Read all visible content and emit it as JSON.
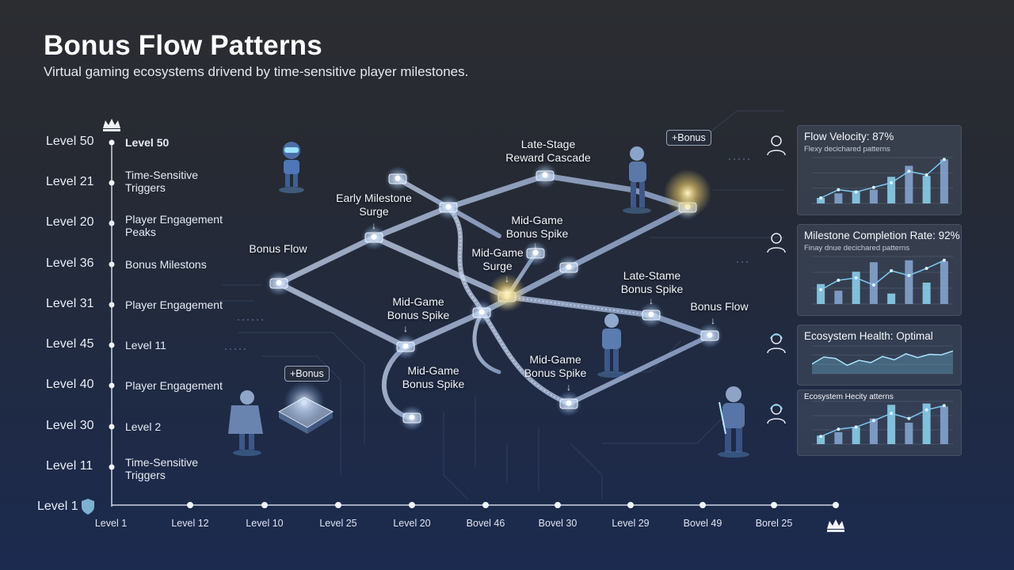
{
  "header": {
    "title": "Bonus Flow Patterns",
    "subtitle": "Virtual gaming ecosystems drivend by time-sensitive player milestones."
  },
  "y_axis": {
    "labels": [
      "Level 50",
      "Level 21",
      "Level 20",
      "Level 36",
      "Level 31",
      "Level 45",
      "Level 40",
      "Level 30",
      "Level 11",
      "Level 1"
    ],
    "right_labels": [
      "Level 50",
      "Time-Sensitive\nTriggers",
      "Player Engagement\nPeaks",
      "Bonus Milestons",
      "Player Engagement",
      "Level 11",
      "Player Engagement",
      "Level 2",
      "Time-Sensitive\nTriggers"
    ]
  },
  "x_axis": {
    "labels": [
      "Level 1",
      "Level 12",
      "Level 10",
      "Level 25",
      "Level 20",
      "Bovel 46",
      "Bovel 30",
      "Level 29",
      "Bovel 49",
      "Borel 25"
    ]
  },
  "nodes": {
    "late_stage": "Late-Stage\nReward Cascade",
    "early_milestone": "Early Milestone\nSurge",
    "mid_game_spike_top": "Mid-Game\nBonus Spike",
    "bonus_flow_left": "Bonus Flow",
    "mid_game_surge": "Mid-Game\nSurge",
    "late_stame": "Late-Stame\nBonus Spike",
    "bonus_flow_right": "Bonus Flow",
    "mid_game_spike_left": "Mid-Game\nBonus Spike",
    "mid_game_spike_bottom_left": "Mid-Game\nBonus Spike",
    "mid_game_spike_bottom_right": "Mid-Game\nBonus Spike"
  },
  "tags": {
    "bonus_top": "+Bonus",
    "bonus_left": "+Bonus"
  },
  "panels": [
    {
      "title": "Flow Velocity: 87%",
      "subtitle": "Flexy decichared patterns",
      "type": "bar+line",
      "values": [
        12,
        22,
        28,
        30,
        58,
        82,
        60,
        96
      ],
      "line": [
        12,
        30,
        25,
        35,
        45,
        70,
        62,
        96
      ],
      "icon": "user-icon"
    },
    {
      "title": "Milestone Completion Rate: 92%",
      "subtitle": "Finay dnue decichared patterns",
      "type": "bar+line",
      "values": [
        42,
        28,
        68,
        88,
        22,
        92,
        45,
        90
      ],
      "line": [
        30,
        50,
        55,
        40,
        70,
        60,
        75,
        92
      ],
      "icon": "user-icon"
    },
    {
      "title": "Ecosystem Health: Optimal",
      "subtitle": "",
      "type": "area",
      "values": [
        35,
        60,
        55,
        30,
        48,
        40,
        62,
        50,
        72,
        58,
        70,
        68,
        82
      ],
      "icon": "headset-user-icon"
    },
    {
      "title": "Ecosystem Hecity atterns",
      "subtitle": "",
      "type": "bar+line",
      "values": [
        20,
        28,
        40,
        60,
        92,
        50,
        95,
        88
      ],
      "line": [
        18,
        35,
        40,
        55,
        72,
        60,
        80,
        90
      ],
      "icon": "headset-user-icon"
    }
  ],
  "colors": {
    "accent": "#9fd8f5",
    "path": "#b8c8e6",
    "node_glow": "#ffffff",
    "bar": "#8fd0ee"
  }
}
